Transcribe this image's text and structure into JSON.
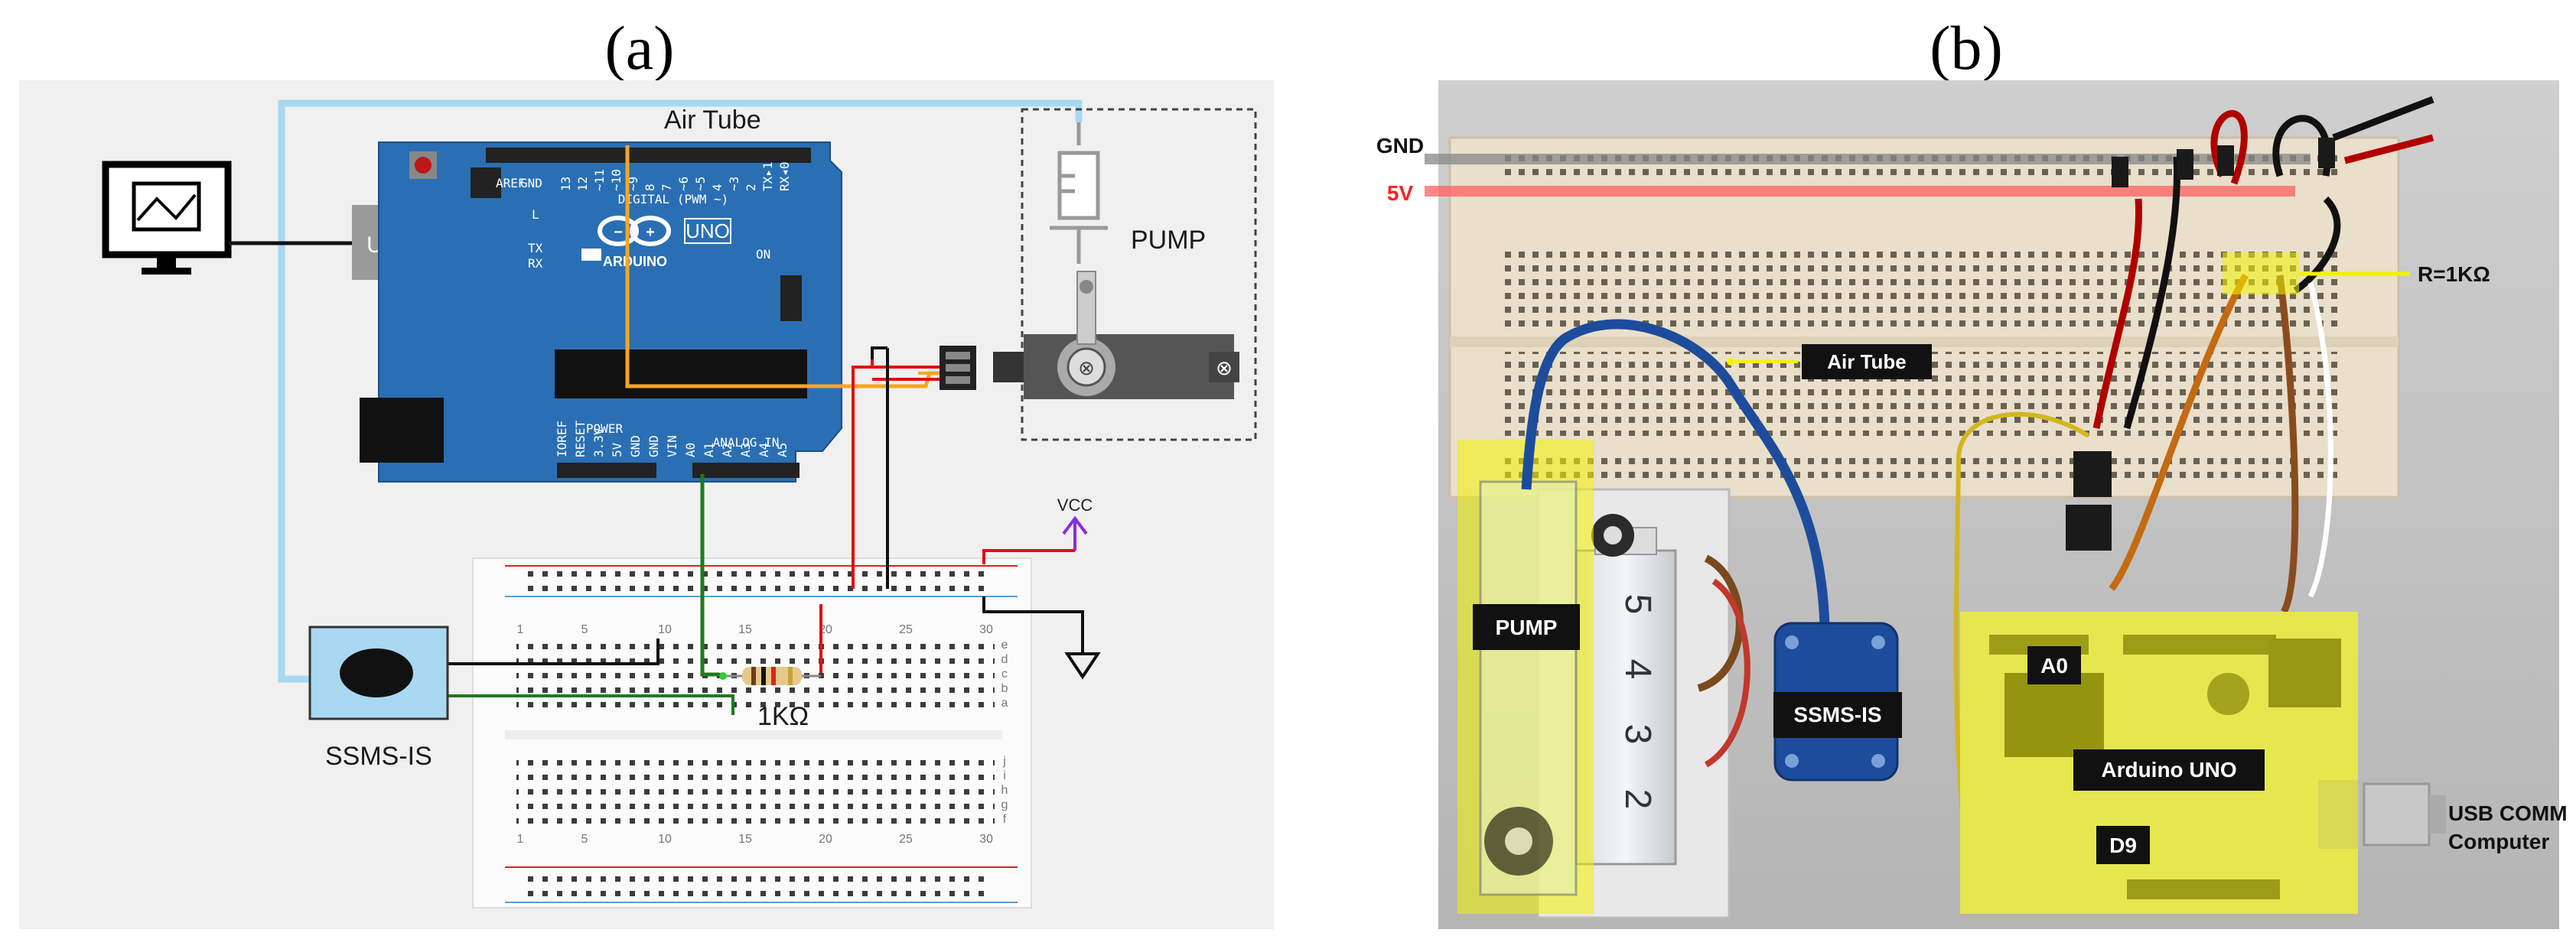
{
  "panel_a": {
    "label": "(a)",
    "air_tube": "Air Tube",
    "usb": "USB",
    "pump": "PUMP",
    "sensor": "SSMS-IS",
    "resistor": "1KΩ",
    "vcc": "VCC",
    "arduino": {
      "brand": "ARDUINO",
      "model": "UNO",
      "digital_header": "DIGITAL (PWM ~)",
      "analog_header": "ANALOG IN",
      "power_header": "POWER",
      "on": "ON",
      "l": "L",
      "tx": "TX",
      "rx": "RX",
      "aref": "AREF",
      "gnd": "GND",
      "pin_labels_top": [
        "13",
        "12",
        "~11",
        "~10",
        "~9",
        "8",
        "7",
        "~6",
        "~5",
        "4",
        "~3",
        "2",
        "TX▸1",
        "RX◂0"
      ],
      "pin_labels_bottom": [
        "IOREF",
        "RESET",
        "3.3V",
        "5V",
        "GND",
        "GND",
        "VIN",
        "A0",
        "A1",
        "A2",
        "A3",
        "A4",
        "A5"
      ]
    },
    "breadboard_numbers": [
      "1",
      "5",
      "10",
      "15",
      "20",
      "25",
      "30"
    ],
    "breadboard_letters_top": [
      "j",
      "i",
      "h",
      "g",
      "f"
    ],
    "breadboard_letters_bottom": [
      "e",
      "d",
      "c",
      "b",
      "a"
    ]
  },
  "panel_b": {
    "label": "(b)",
    "gnd": "GND",
    "v5": "5V",
    "resistor": "R=1KΩ",
    "air_tube": "Air Tube",
    "pump": "PUMP",
    "sensor": "SSMS-IS",
    "a0": "A0",
    "arduino": "Arduino UNO",
    "d9": "D9",
    "usb_line1": "USB COMM",
    "usb_line2": "Computer",
    "syringe_marks": [
      "5",
      "4",
      "3",
      "2"
    ]
  },
  "colors": {
    "air_tube": "#a9d8f2",
    "arduino_board": "#2a6fb4",
    "wire_red": "#e01010",
    "wire_black": "#111111",
    "wire_green": "#1f7a1f",
    "wire_orange": "#f5a623",
    "highlight": "#f2f200",
    "panel_a_bg": "#f0f0f0",
    "label_red": "#ff2020"
  }
}
